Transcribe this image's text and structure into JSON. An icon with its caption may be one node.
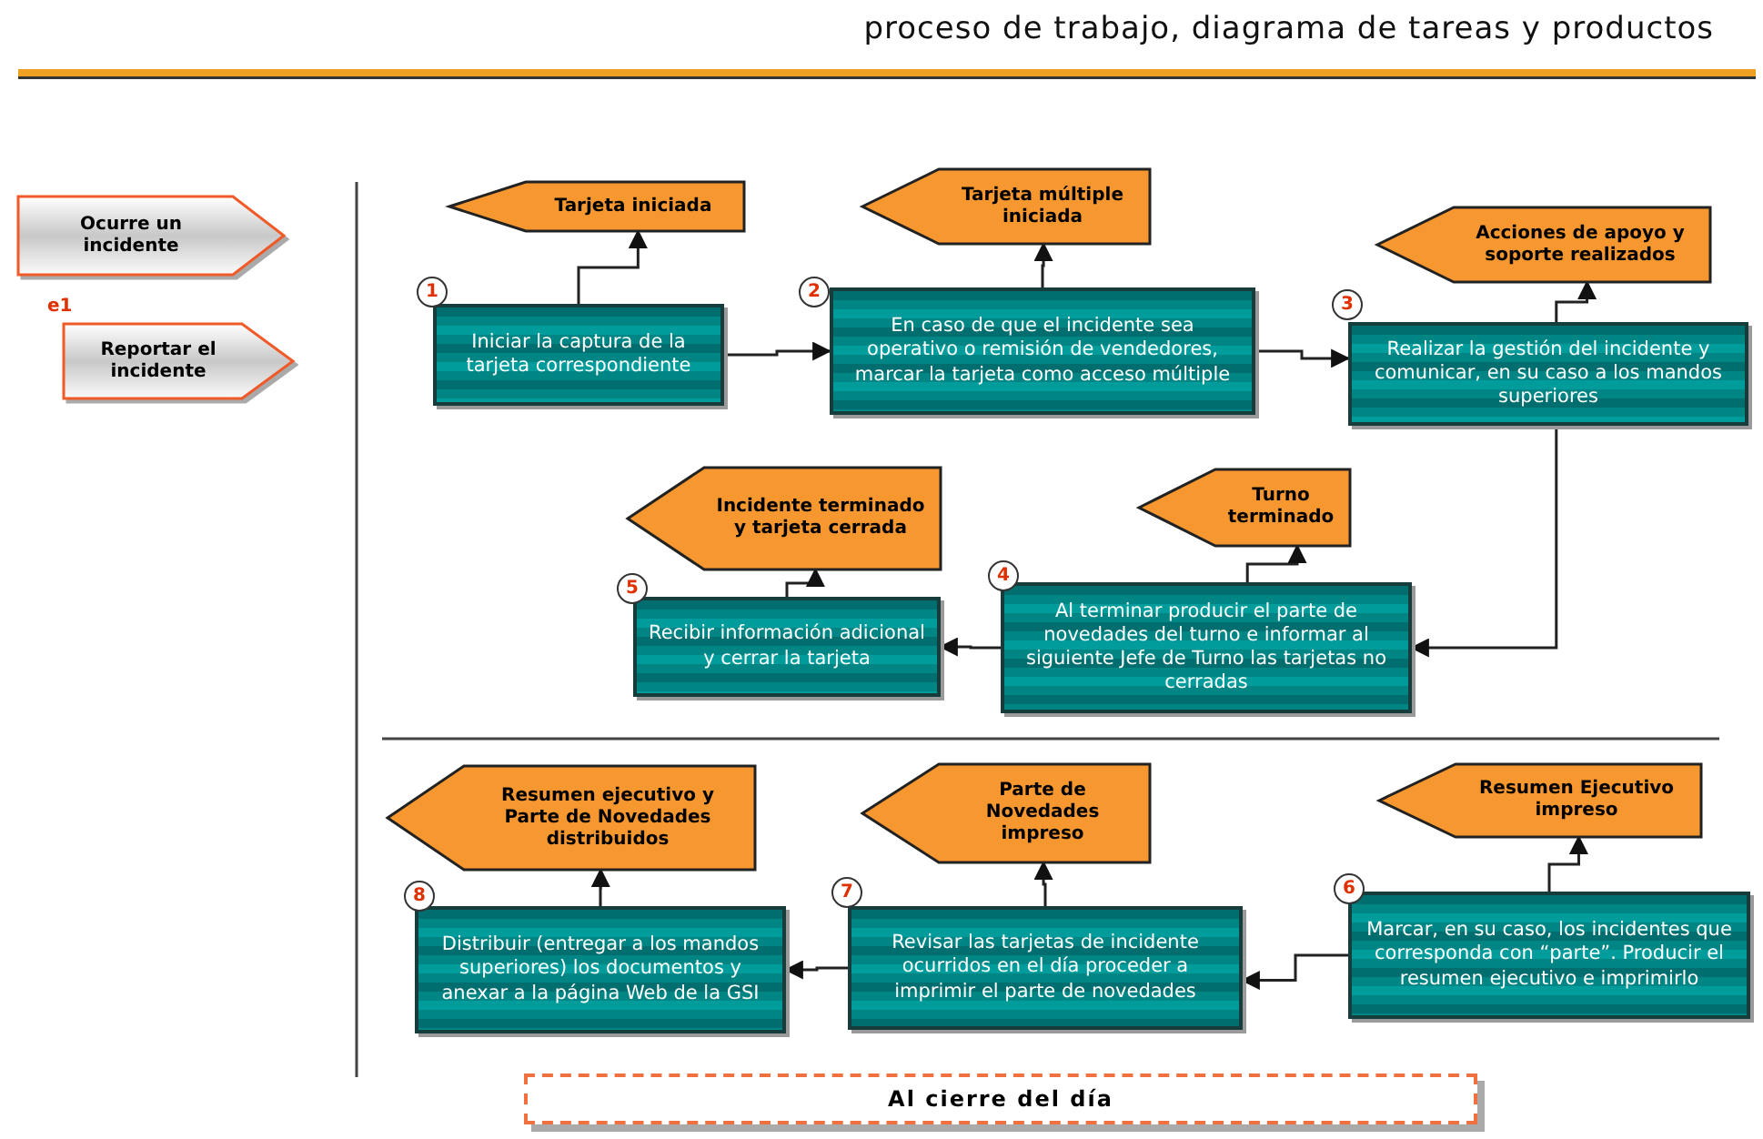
{
  "diagram": {
    "title": "proceso de trabajo, diagrama de tareas y productos",
    "nodes": [
      {
        "text": [
          "Ocurre un incidente"
        ]
      },
      {
        "text": [
          "Reportar el incidente"
        ]
      },
      {
        "text": [
          "Tarjeta iniciada"
        ]
      },
      {
        "text": [
          "1"
        ]
      },
      {
        "text": [
          "Iniciar la captura de la tarjeta correspondiente"
        ]
      },
      {
        "text": [
          "Tarjeta múltiple iniciada"
        ]
      },
      {
        "text": [
          "2"
        ]
      },
      {
        "text": [
          "En caso de que el incidente sea operativo o remisión de vendedores, marcar la tarjeta como acceso múltiple"
        ]
      },
      {
        "text": [
          "Acciones de apoyo y soporte realizados"
        ]
      },
      {
        "text": [
          "3"
        ]
      },
      {
        "text": [
          "Realizar la gestión del incidente y comunicar, en su caso a los mandos superiores"
        ]
      },
      {
        "text": [
          "Incidente terminado y tarjeta cerrada"
        ]
      },
      {
        "text": [
          "Turno terminado"
        ]
      },
      {
        "text": [
          "5"
        ]
      },
      {
        "text": [
          "Recibir información adicional y cerrar la tarjeta"
        ]
      },
      {
        "text": [
          "4"
        ]
      },
      {
        "text": [
          "Al terminar producir el parte de novedades del turno e informar al siguiente Jefe de Turno las tarjetas no cerradas"
        ]
      },
      {
        "text": [
          "Resumen ejecutivo y Parte de Novedades distribuidos"
        ]
      },
      {
        "text": [
          "Parte de Novedades impreso"
        ]
      },
      {
        "text": [
          "Resumen Ejecutivo impreso"
        ]
      },
      {
        "text": [
          "8"
        ]
      },
      {
        "text": [
          "Distribuir (entregar a los mandos superiores) los documentos y anexar a la página Web de la GSI"
        ]
      },
      {
        "text": [
          "7"
        ]
      },
      {
        "text": [
          "Revisar las tarjetas de incidente ocurridos en el día proceder a imprimir el parte de novedades"
        ]
      },
      {
        "text": [
          "6"
        ]
      },
      {
        "text": [
          "Marcar, en su caso, los incidentes que corresponda con “parte”. Producir el resumen ejecutivo e imprimirlo"
        ]
      },
      {
        "text": [
          "Al cierre del día"
        ]
      }
    ],
    "edges": [
      {
        "from": 4,
        "to": 2,
        "arrow": "to"
      },
      {
        "from": 4,
        "to": 7,
        "arrow": "to"
      },
      {
        "from": 7,
        "to": 5,
        "arrow": "to"
      },
      {
        "from": 7,
        "to": 10,
        "arrow": "to"
      },
      {
        "from": 10,
        "to": 8,
        "arrow": "to"
      },
      {
        "from": 10,
        "to": 16,
        "arrow": "to"
      },
      {
        "from": 16,
        "to": 12,
        "arrow": "to"
      },
      {
        "from": 16,
        "to": 14,
        "arrow": "to"
      },
      {
        "from": 14,
        "to": 11,
        "arrow": "to"
      },
      {
        "from": 25,
        "to": 19,
        "arrow": "to"
      },
      {
        "from": 25,
        "to": 23,
        "arrow": "to"
      },
      {
        "from": 23,
        "to": 18,
        "arrow": "to"
      },
      {
        "from": 23,
        "to": 21,
        "arrow": "to"
      },
      {
        "from": 21,
        "to": 17,
        "arrow": "to"
      }
    ],
    "labels": [
      "e1"
    ]
  }
}
